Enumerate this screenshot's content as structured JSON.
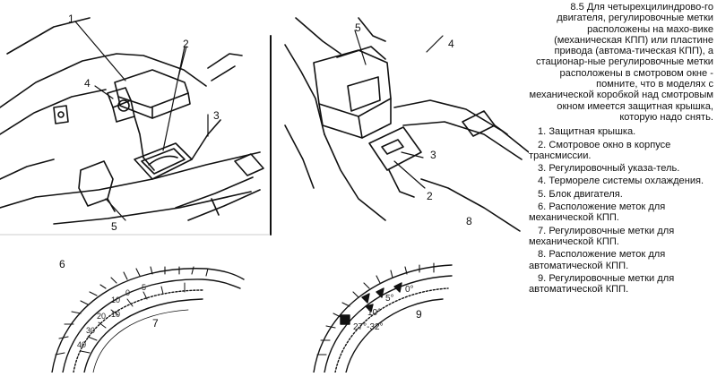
{
  "caption": {
    "intro": "8.5 Для четырехцилиндрово-го двигателя, регулировочные метки расположены на махо-вике (механическая КПП) или пластине привода (автома-тическая КПП), а стационар-ные регулировочные метки расположены в смотровом окне - помните, что в моделях с механической коробкой над смотровым окном имеется защитная крышка, которую надо снять.",
    "items": [
      "1. Защитная крышка.",
      "2. Смотровое окно в корпусе трансмиссии.",
      "3. Регулировочный указа-тель.",
      "4. Термореле системы охлаждения.",
      "5. Блок двигателя.",
      "6. Расположение меток для механической КПП.",
      "7. Регулировочные метки для механической КПП.",
      "8. Расположение меток для автоматической КПП.",
      "9. Регулировочные метки для автоматической КПП."
    ]
  },
  "callouts": {
    "left": {
      "c1": "1",
      "c2": "2",
      "c3": "3",
      "c4": "4",
      "c5": "5"
    },
    "right": {
      "c5": "5",
      "c4": "4",
      "c3": "3",
      "c2": "2"
    },
    "panels": {
      "p6": "6",
      "p7": "7",
      "p8": "8",
      "p9": "9"
    }
  },
  "marks_manual": [
    "10",
    "0",
    "5",
    "10",
    "20",
    "30",
    "40"
  ],
  "marks_auto": [
    "0°",
    "5°",
    "10°",
    "27°-32°"
  ]
}
